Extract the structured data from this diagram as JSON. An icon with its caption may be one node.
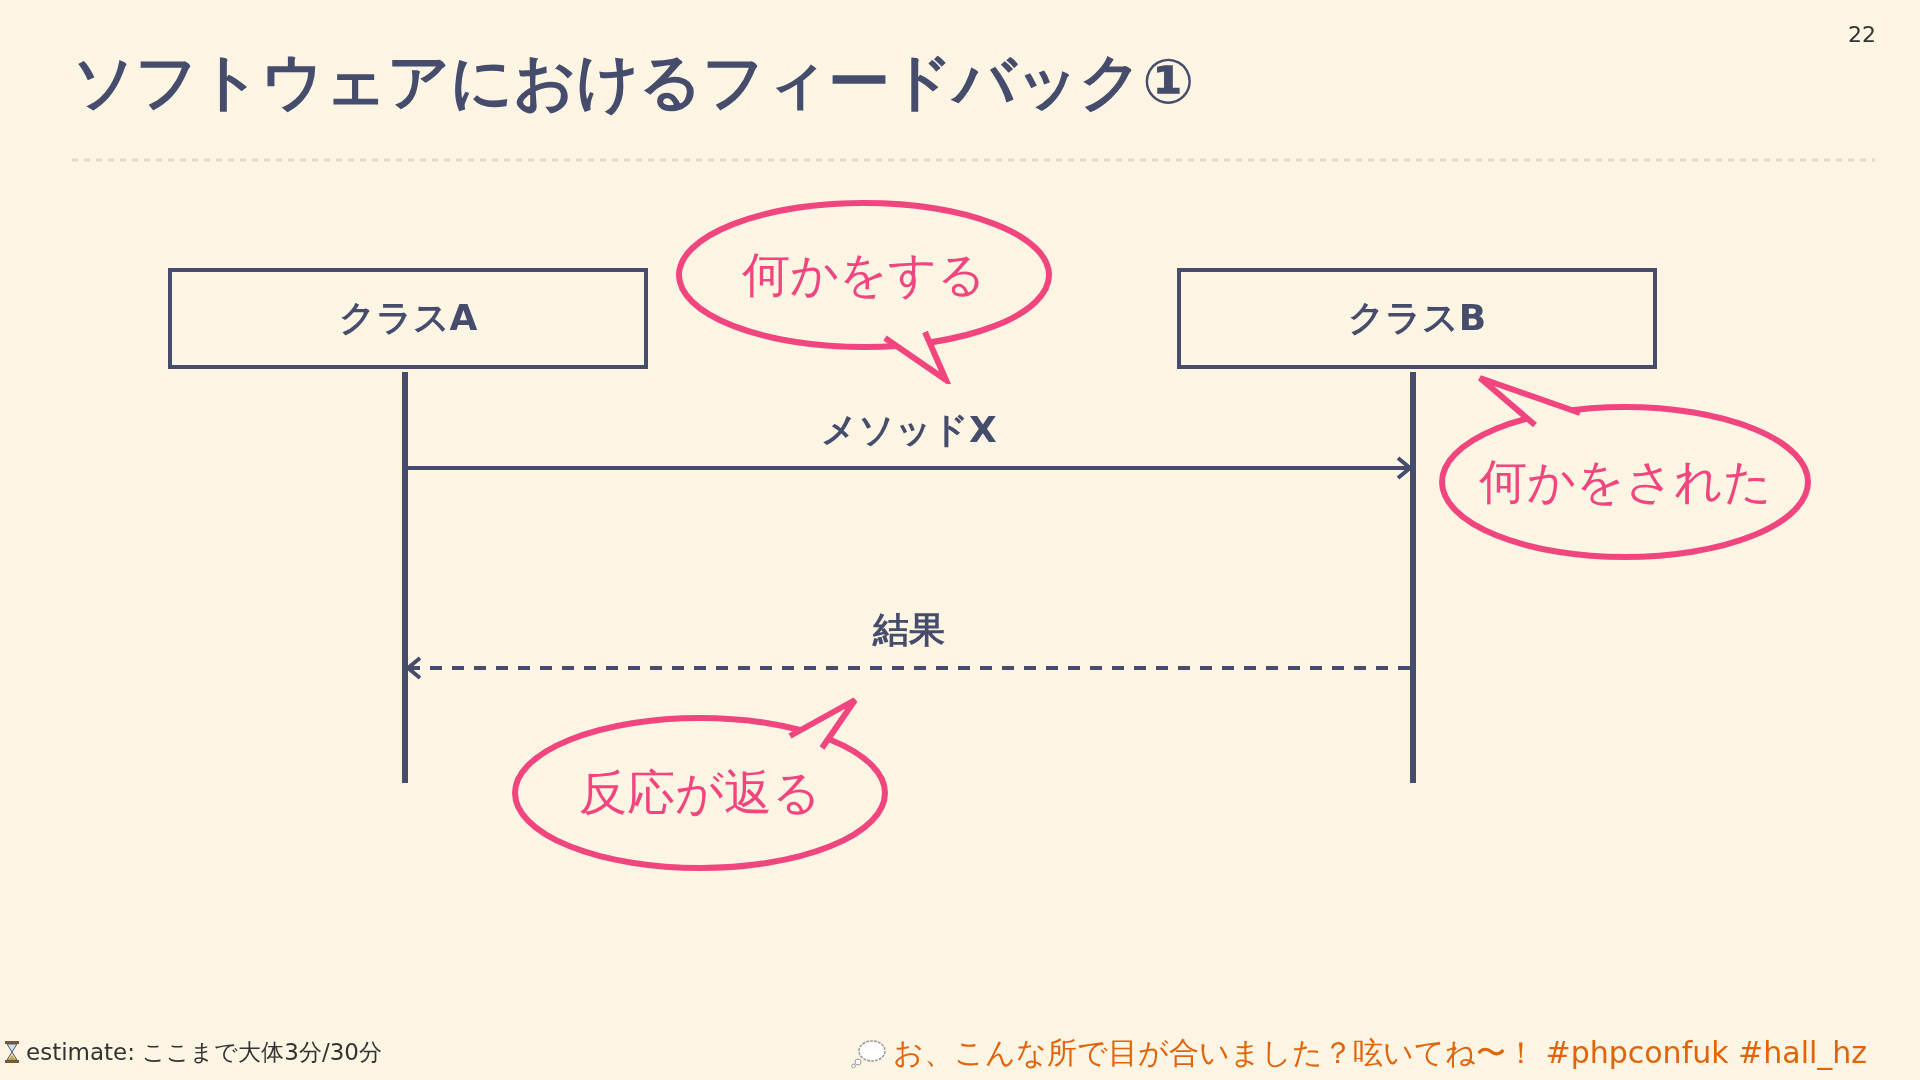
{
  "diagram": {
    "title": "ソフトウェアにおけるフィードバック①",
    "nodes": [
      {
        "text": [
          "クラスA"
        ]
      },
      {
        "text": [
          "クラスB"
        ]
      },
      {
        "text": [],
        "shape": "bar"
      },
      {
        "text": [],
        "shape": "bar"
      },
      {
        "text": [
          "何かをする"
        ]
      },
      {
        "text": [
          "何かをされた"
        ]
      },
      {
        "text": [
          "反応が返る"
        ]
      }
    ],
    "edges": [
      {
        "from": 2,
        "to": 3,
        "arrow": "to",
        "label": "メソッドX"
      },
      {
        "from": 3,
        "to": 2,
        "arrow": "to",
        "label": "結果",
        "style": "dashed"
      }
    ],
    "labels": [
      "22",
      "estimate: ここまで大体3分/30分",
      "お、こんな所で目が合いました？呟いてね〜！ #phpconfuk #hall_hz"
    ]
  }
}
